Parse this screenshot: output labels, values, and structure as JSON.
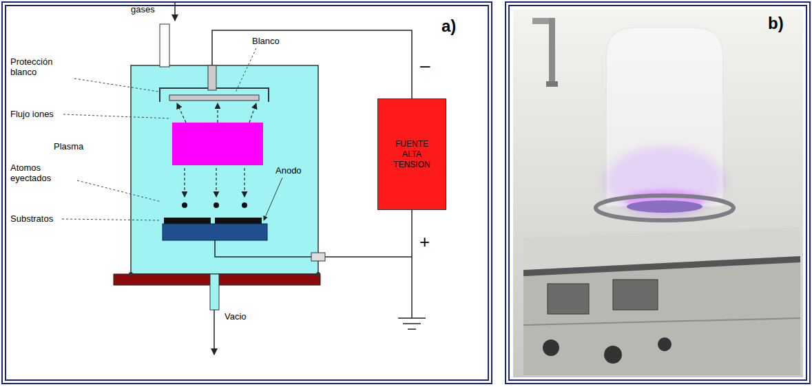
{
  "diagram": {
    "nodes": [
      {
        "text": [
          "a)"
        ]
      },
      {
        "text": [
          "b)"
        ]
      },
      {
        "text": [
          "FUENTE ALTA TENSION"
        ],
        "in": 0
      }
    ],
    "labels": [
      "gases",
      "Protección blanco",
      "Flujo iones",
      "Plasma",
      "Atomos eyectados",
      "Substratos",
      "Blanco",
      "Anodo",
      "–",
      "+",
      "Vacio"
    ]
  }
}
